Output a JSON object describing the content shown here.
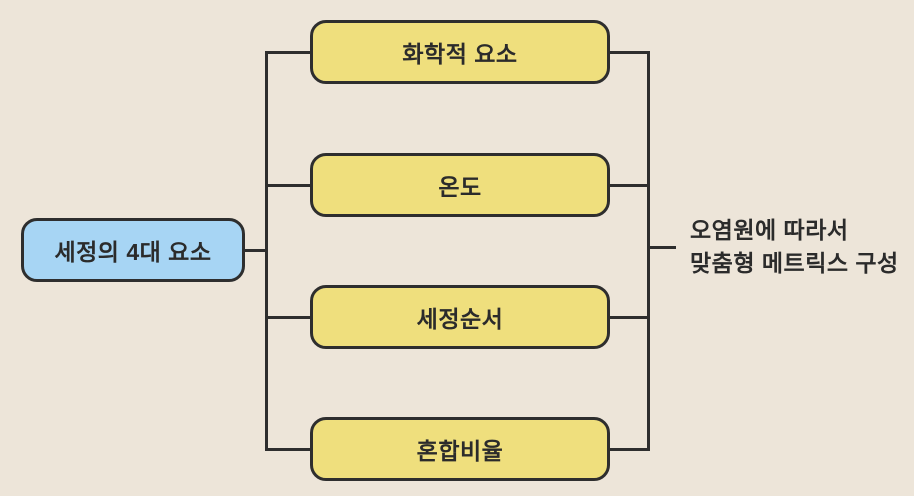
{
  "diagram": {
    "root": {
      "label": "세정의 4대 요소"
    },
    "children": [
      {
        "label": "화학적 요소"
      },
      {
        "label": "온도"
      },
      {
        "label": "세정순서"
      },
      {
        "label": "혼합비율"
      }
    ],
    "annotation": {
      "line1": "오염원에 따라서",
      "line2": "맞춤형 메트릭스 구성"
    },
    "colors": {
      "background": "#EDE5D9",
      "root_fill": "#A7D5F4",
      "child_fill": "#EFDF7D",
      "border": "#2E2E2E",
      "line": "#2E2E2E",
      "text": "#2B2B2B"
    }
  }
}
